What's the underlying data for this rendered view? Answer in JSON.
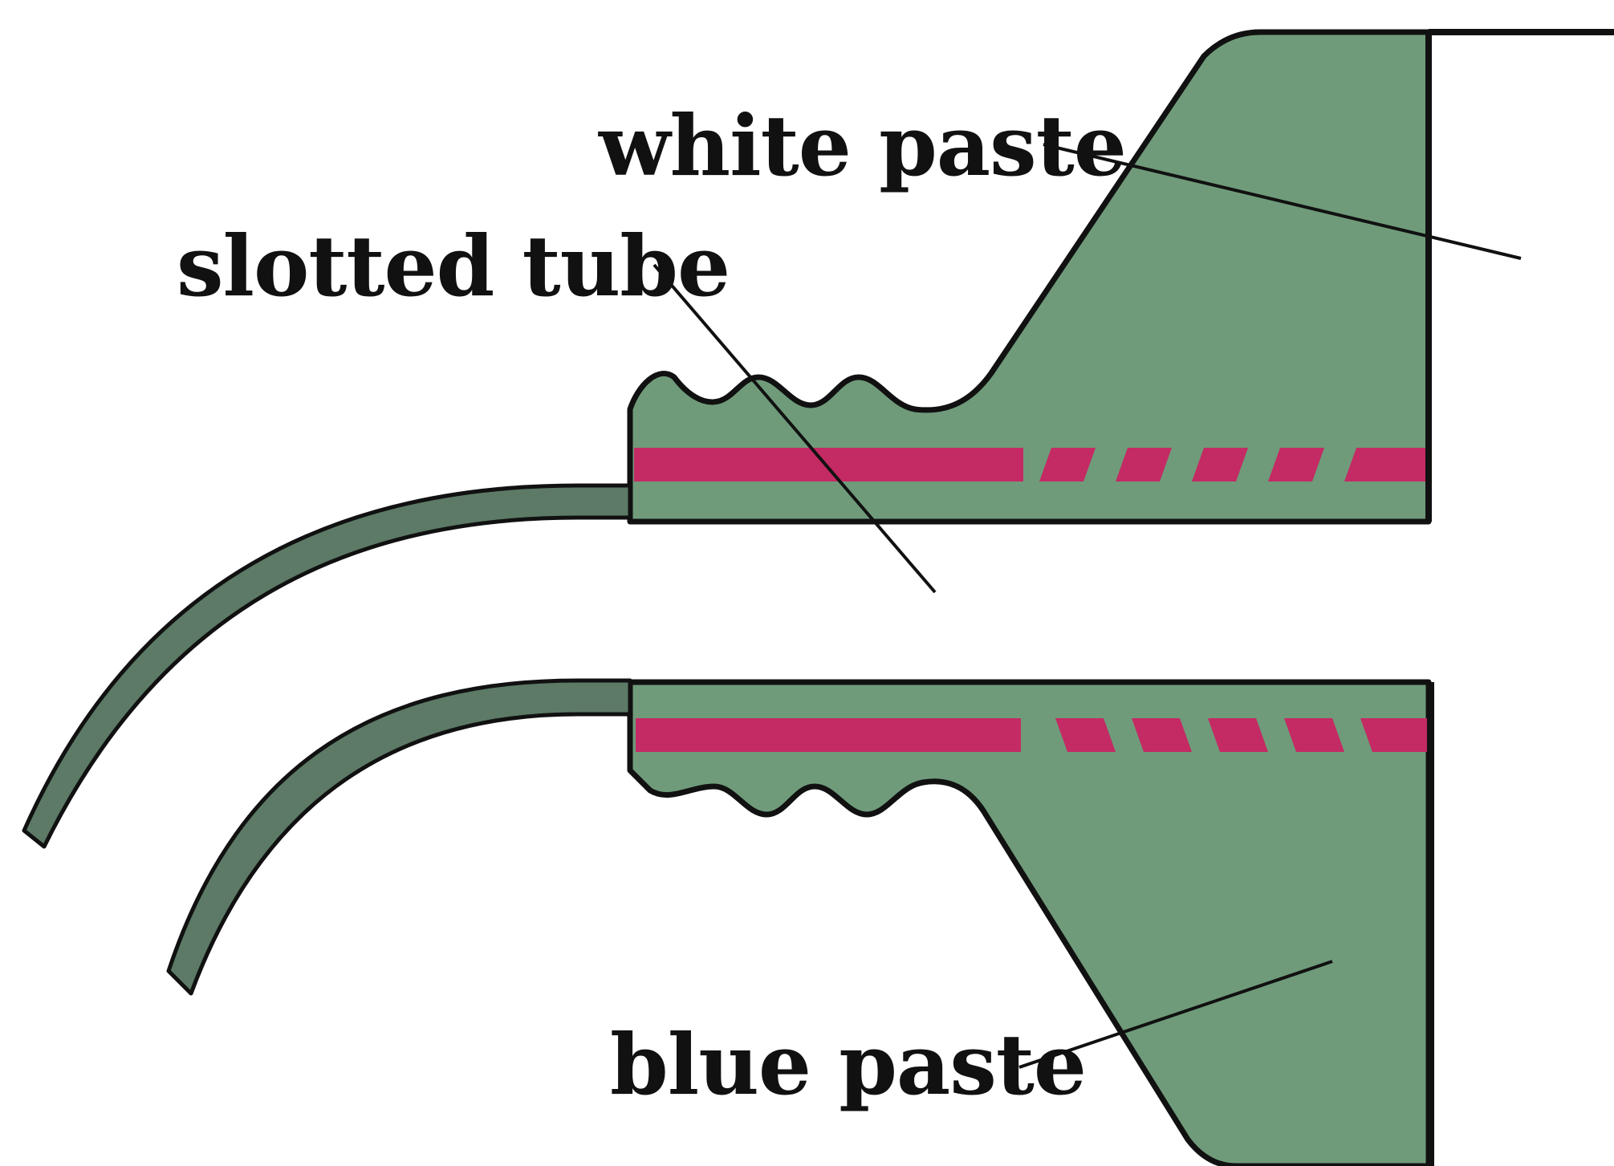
{
  "labels": {
    "white_paste": "white paste",
    "slotted_tube": "slotted tube",
    "blue_paste": "blue paste"
  },
  "colors": {
    "nozzle_green": "#6f9b7a",
    "tube_wall": "#5c7a66",
    "stripe_red": "#c42a63",
    "outline": "#111111",
    "background": "#ffffff"
  }
}
